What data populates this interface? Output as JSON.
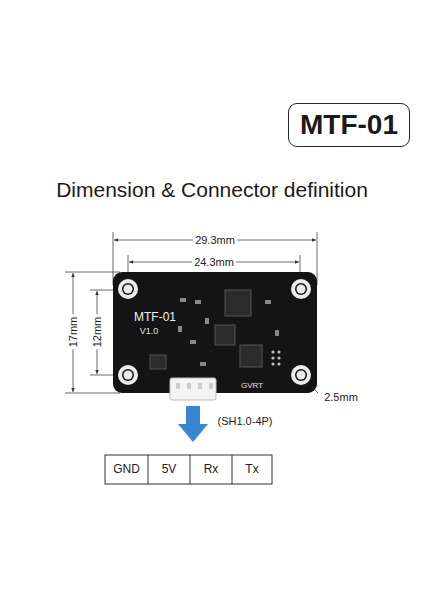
{
  "diagram": {
    "title": "Dimension & Connector definition",
    "nodes": [
      {
        "text": [
          "MTF-01"
        ]
      }
    ],
    "labels": [
      "29.3mm",
      "24.3mm",
      "17mm",
      "12mm",
      "MTF-01",
      "V1.0",
      "GVRT",
      "2.5mm",
      "(SH1.0-4P)",
      "GND",
      "5V",
      "Rx",
      "Tx"
    ]
  }
}
